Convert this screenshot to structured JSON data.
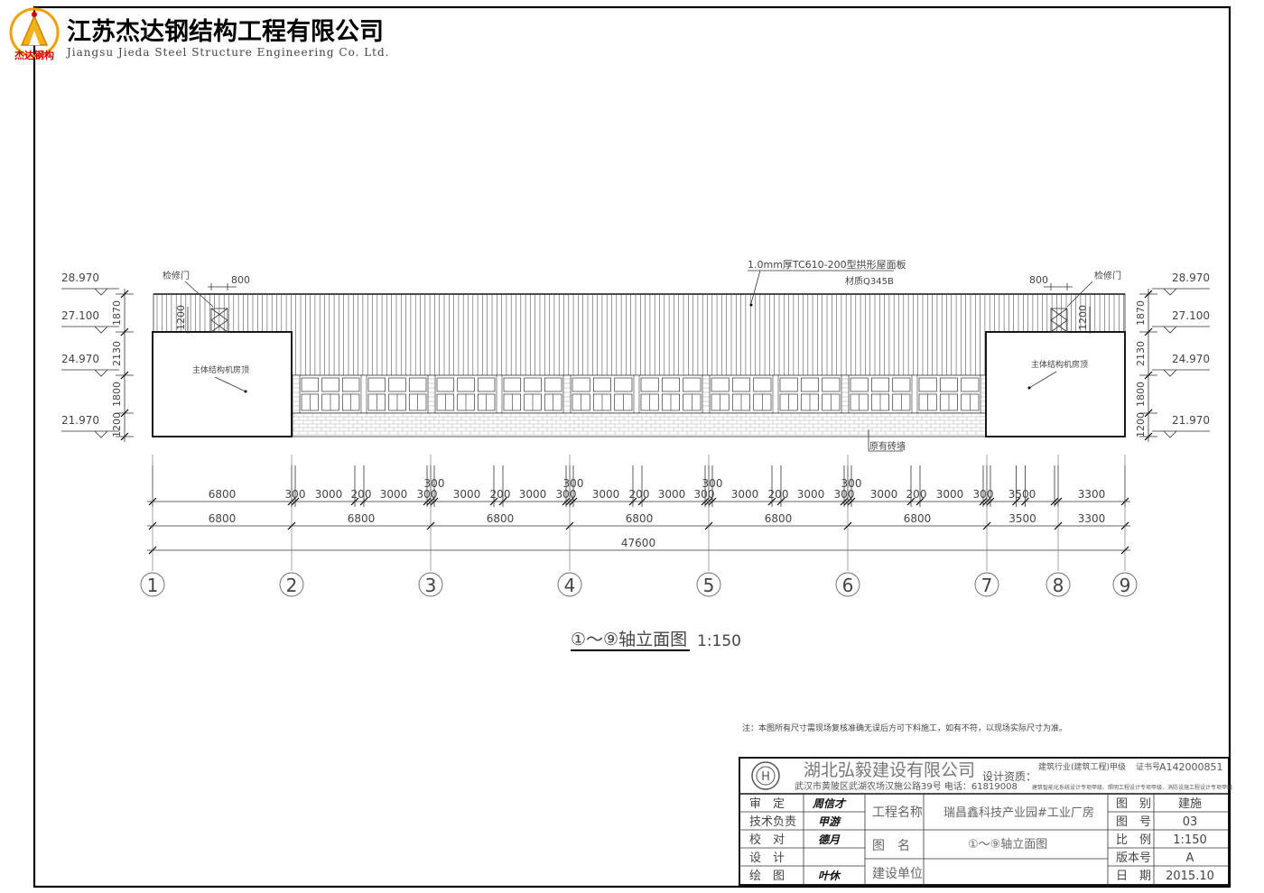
{
  "company": {
    "name_cn": "江苏杰达钢结构工程有限公司",
    "name_en": "Jiangsu Jieda Steel Structure Engineering Co. Ltd.",
    "logo_text": "杰达钢构"
  },
  "elevation": {
    "left_levels": [
      "28.970",
      "27.100",
      "24.970",
      "21.970"
    ],
    "right_levels": [
      "28.970",
      "27.100",
      "24.970",
      "21.970"
    ],
    "vertical_dims": [
      "1870",
      "2130",
      "1800",
      "1200"
    ],
    "roof_note_1": "1.0mm厚TC610-200型拱形屋面板",
    "roof_note_2": "材质Q345B",
    "hatch_door_label": "检修门",
    "hatch_width": "800",
    "hatch_height": "1200",
    "machine_room_label": "主体结构机房顶",
    "brick_wall_label": "原有砖墙",
    "dims_row1": [
      "6800",
      "300",
      "3000",
      "200",
      "3000",
      "300",
      "3000",
      "200",
      "3000",
      "300",
      "3000",
      "200",
      "3000",
      "300",
      "3000",
      "200",
      "3000",
      "300",
      "3000",
      "200",
      "3000",
      "300",
      "3500",
      "3300"
    ],
    "dims_300_upper": [
      "300",
      "300",
      "300",
      "300"
    ],
    "dims_row2": [
      "6800",
      "6800",
      "6800",
      "6800",
      "6800",
      "6800",
      "3500",
      "3300"
    ],
    "total": "47600",
    "axes": [
      "1",
      "2",
      "3",
      "4",
      "5",
      "6",
      "7",
      "8",
      "9"
    ],
    "title": "①～⑨轴立面图",
    "scale": "1:150",
    "note": "注：本图所有尺寸需现场复核准确无误后方可下料施工，如有不符，以现场实际尺寸为准。"
  },
  "title_block": {
    "designer_company": "湖北弘毅建设有限公司",
    "address": "武汉市黄陂区武湖农场汉施公路39号  电话：61819008",
    "qual_label": "设计资质：",
    "qual_grade": "建筑行业(建筑工程)甲级",
    "cert_label": "证书号",
    "cert_no": "A142000851",
    "qual_sub": "建筑智能化系统设计专项甲级、照明工程设计专项甲级、消防设施工程设计专项甲级",
    "roles": [
      "审　定",
      "技术负责",
      "校　对",
      "设　计",
      "绘　图"
    ],
    "signatures": [
      "周信才",
      "甲游",
      "德月",
      "",
      "叶休"
    ],
    "project_label": "工程名称",
    "project_name": "瑞昌鑫科技产业园#工业厂房",
    "drawing_label": "图　名",
    "drawing_name": "①～⑨轴立面图",
    "client_label": "建设单位",
    "fields": [
      {
        "label": "图　别",
        "value": "建施"
      },
      {
        "label": "图　号",
        "value": "03"
      },
      {
        "label": "比　例",
        "value": "1:150"
      },
      {
        "label": "版本号",
        "value": "A"
      },
      {
        "label": "日　期",
        "value": "2015.10"
      }
    ]
  }
}
